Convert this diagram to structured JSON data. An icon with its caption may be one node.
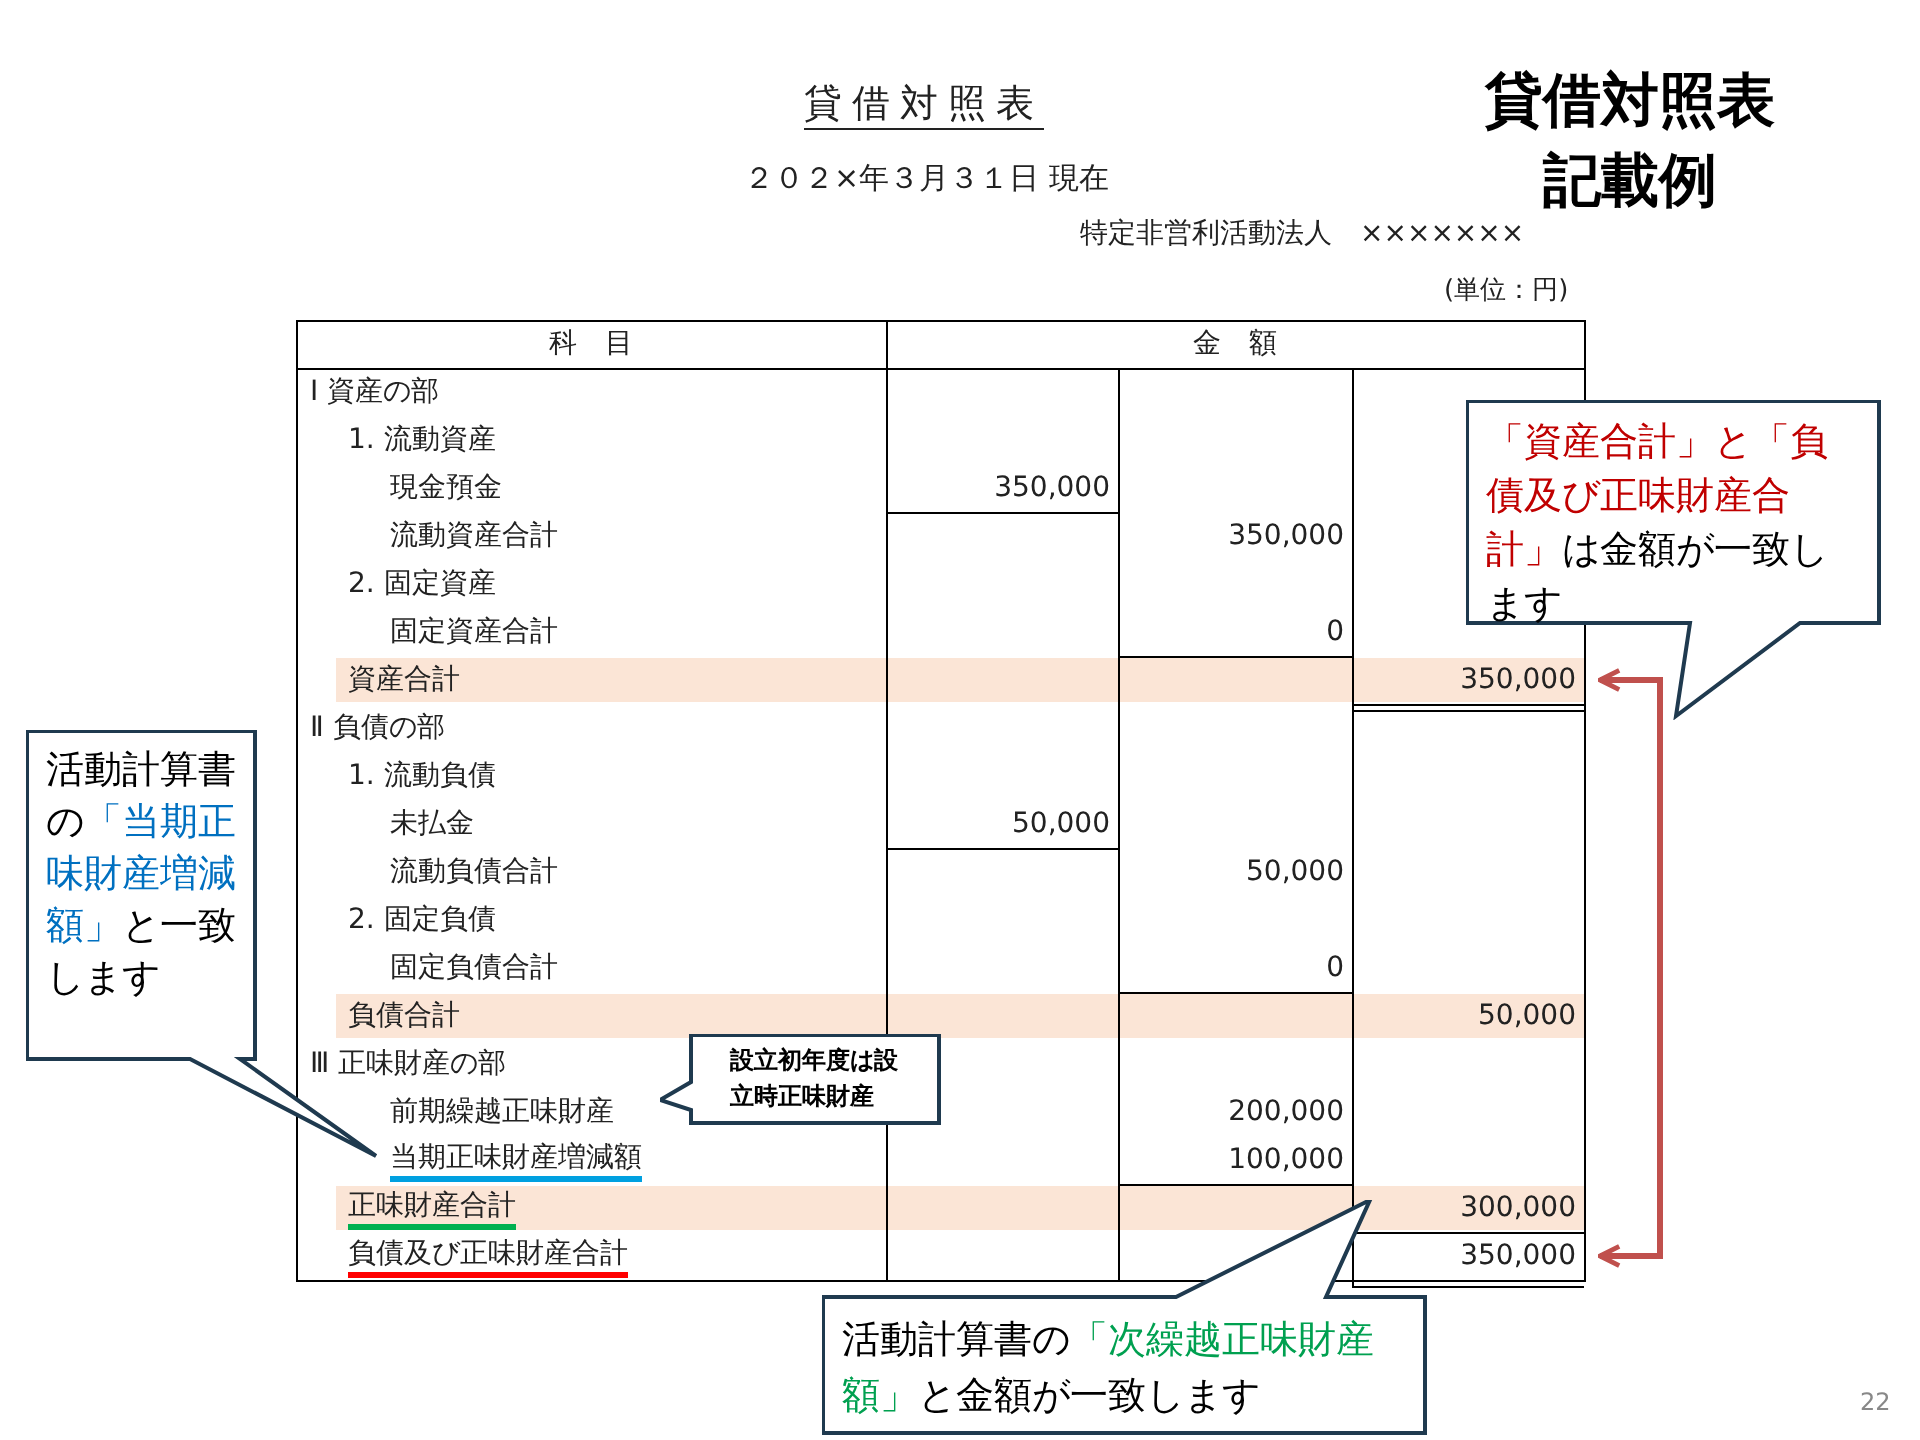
{
  "diagram": {
    "title": "貸借対照表記載例",
    "nodes": [
      {
        "text": [
          "「資産合計」と",
          "「負債及び正味財産合計」",
          "は金額が一致します"
        ]
      },
      {
        "text": [
          "活動計算書の",
          "「当期正味財産増減額」",
          "と一致します"
        ]
      },
      {
        "text": [
          "設立初年度は設立時正味財産"
        ]
      },
      {
        "text": [
          "活動計算書の",
          "「次繰越正味財産額」",
          "と金額が一致します"
        ]
      },
      {
        "text": [
          "350,000"
        ]
      },
      {
        "text": [
          "350,000"
        ]
      }
    ],
    "edges": [
      {
        "from": 4,
        "to": 5,
        "arrow": "both",
        "color": "#c0504d"
      }
    ],
    "labels": [
      "貸借対照表",
      "２０２×年３月３１日 現在",
      "特定非営利活動法人　×××××××",
      "(単位：円)",
      "科　目",
      "金　額",
      "Ⅰ 資産の部",
      "1. 流動資産",
      "現金預金",
      "350,000",
      "流動資産合計",
      "350,000",
      "2. 固定資産",
      "固定資産合計",
      "0",
      "資産合計",
      "Ⅱ 負債の部",
      "1. 流動負債",
      "未払金",
      "50,000",
      "流動負債合計",
      "50,000",
      "2. 固定負債",
      "固定負債合計",
      "0",
      "負債合計",
      "50,000",
      "Ⅲ 正味財産の部",
      "前期繰越正味財産",
      "200,000",
      "当期正味財産増減額",
      "100,000",
      "正味財産合計",
      "300,000",
      "負債及び正味財産合計",
      "22"
    ]
  }
}
